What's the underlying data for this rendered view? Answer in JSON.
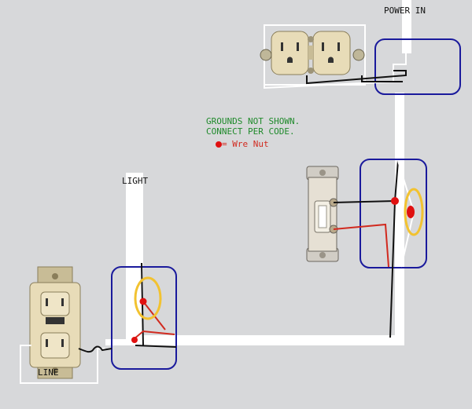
{
  "labels": {
    "power_in": "POWER IN",
    "light": "LIGHT",
    "line": "LINE",
    "note_line1": "GROUNDS NOT SHOWN.",
    "note_line2": "CONNECT PER CODE.",
    "legend_symbol": "=",
    "legend_text": "Wre Nut"
  },
  "colors": {
    "background": "#d7d8da",
    "white_wire": "#ffffff",
    "black_wire": "#111111",
    "red_wire": "#d12a1f",
    "box_outline": "#1a1a9c",
    "wire_nut_ring": "#f2c230",
    "wire_nut_dot": "#e01010",
    "note_text": "#1f8a2b"
  },
  "icons": {
    "duplex_receptacle": "duplex-outlet-icon",
    "switch": "toggle-switch-icon",
    "gfci": "gfci-outlet-icon",
    "wire_nut": "wire-nut-icon"
  }
}
